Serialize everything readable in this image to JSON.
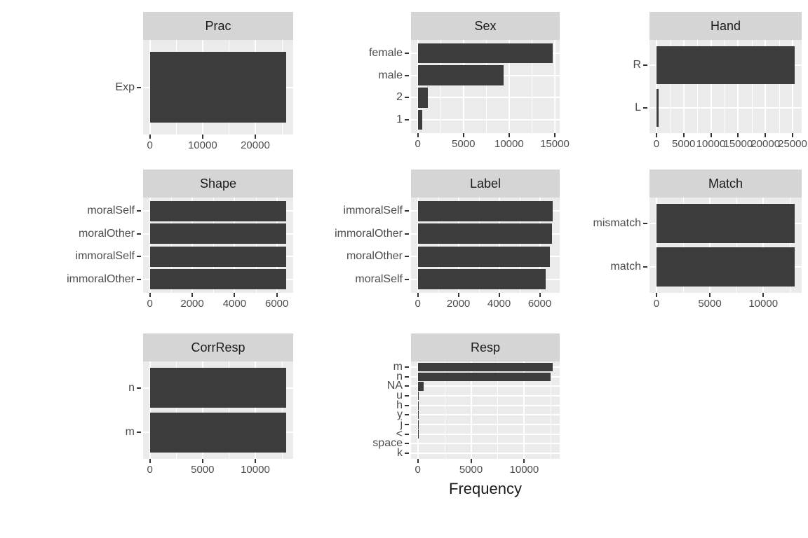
{
  "colors": {
    "bar": "#3C3C3C",
    "panel_bg": "#EBEBEB",
    "strip_bg": "#D5D5D5",
    "strip_text": "#1A1A1A",
    "grid": "#FFFFFF",
    "axis_text": "#4D4D4D",
    "tickc": "#333333"
  },
  "layout_hints": {
    "arrangement": "3x3 grid of faceted horizontal bar charts, ninth cell empty",
    "legend": "none",
    "gridlines": "white major/minor on gray panel"
  },
  "chart_data": [
    {
      "type": "bar",
      "orientation": "horizontal",
      "title": "Prac",
      "categories": [
        "Exp"
      ],
      "values": [
        25900
      ],
      "ticks": [
        0,
        10000,
        20000
      ],
      "xlabel": ""
    },
    {
      "type": "bar",
      "orientation": "horizontal",
      "title": "Sex",
      "categories": [
        "female",
        "male",
        "2",
        "1"
      ],
      "values": [
        14800,
        9400,
        1100,
        500
      ],
      "ticks": [
        0,
        5000,
        10000,
        15000
      ],
      "xlabel": ""
    },
    {
      "type": "bar",
      "orientation": "horizontal",
      "title": "Hand",
      "categories": [
        "R",
        "L"
      ],
      "values": [
        25400,
        400
      ],
      "ticks": [
        0,
        5000,
        10000,
        15000,
        20000,
        25000
      ],
      "xlabel": ""
    },
    {
      "type": "bar",
      "orientation": "horizontal",
      "title": "Shape",
      "categories": [
        "moralSelf",
        "moralOther",
        "immoralSelf",
        "immoralOther"
      ],
      "values": [
        6450,
        6450,
        6450,
        6450
      ],
      "ticks": [
        0,
        2000,
        4000,
        6000
      ],
      "xlabel": ""
    },
    {
      "type": "bar",
      "orientation": "horizontal",
      "title": "Label",
      "categories": [
        "immoralSelf",
        "immoralOther",
        "moralOther",
        "moralSelf"
      ],
      "values": [
        6650,
        6600,
        6500,
        6300
      ],
      "ticks": [
        0,
        2000,
        4000,
        6000
      ],
      "xlabel": ""
    },
    {
      "type": "bar",
      "orientation": "horizontal",
      "title": "Match",
      "categories": [
        "mismatch",
        "match"
      ],
      "values": [
        12950,
        12950
      ],
      "ticks": [
        0,
        5000,
        10000
      ],
      "xlabel": ""
    },
    {
      "type": "bar",
      "orientation": "horizontal",
      "title": "CorrResp",
      "categories": [
        "n",
        "m"
      ],
      "values": [
        12950,
        12950
      ],
      "ticks": [
        0,
        5000,
        10000
      ],
      "xlabel": ""
    },
    {
      "type": "bar",
      "orientation": "horizontal",
      "title": "Resp",
      "categories": [
        "m",
        "n",
        "NA",
        "u",
        "h",
        "y",
        "j",
        "<",
        "space",
        "k"
      ],
      "values": [
        12700,
        12450,
        550,
        30,
        20,
        15,
        10,
        6,
        4,
        2
      ],
      "ticks": [
        0,
        5000,
        10000
      ],
      "xlabel": "Frequency"
    }
  ]
}
